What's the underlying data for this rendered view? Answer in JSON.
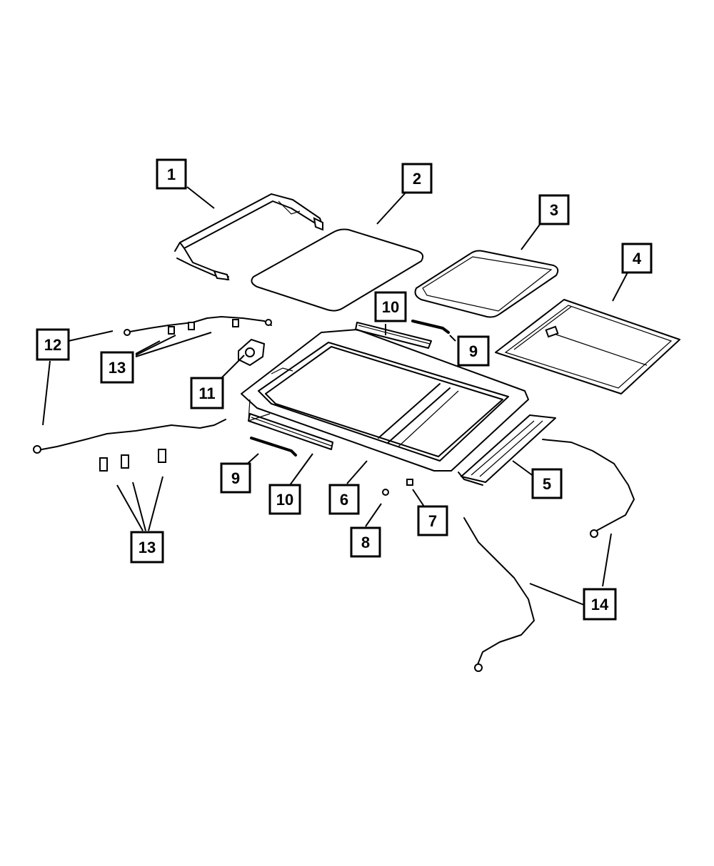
{
  "diagram": {
    "callouts": [
      {
        "id": "c1",
        "label": "1"
      },
      {
        "id": "c2",
        "label": "2"
      },
      {
        "id": "c3",
        "label": "3"
      },
      {
        "id": "c4",
        "label": "4"
      },
      {
        "id": "c10a",
        "label": "10"
      },
      {
        "id": "c9a",
        "label": "9"
      },
      {
        "id": "c12",
        "label": "12"
      },
      {
        "id": "c13a",
        "label": "13"
      },
      {
        "id": "c11",
        "label": "11"
      },
      {
        "id": "c9b",
        "label": "9"
      },
      {
        "id": "c10b",
        "label": "10"
      },
      {
        "id": "c6",
        "label": "6"
      },
      {
        "id": "c5",
        "label": "5"
      },
      {
        "id": "c7",
        "label": "7"
      },
      {
        "id": "c8",
        "label": "8"
      },
      {
        "id": "c13b",
        "label": "13"
      },
      {
        "id": "c14",
        "label": "14"
      }
    ]
  }
}
